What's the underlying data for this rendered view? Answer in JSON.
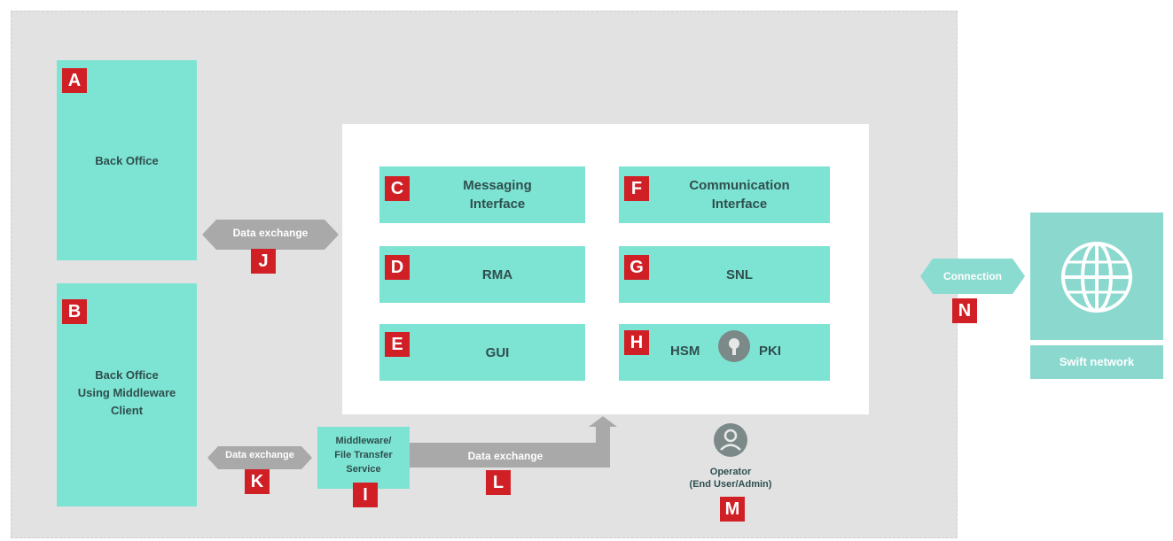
{
  "blocks": {
    "back_office": {
      "letter": "A",
      "label": "Back Office"
    },
    "back_office_mw": {
      "letter": "B",
      "label_lines": [
        "Back Office",
        "Using Middleware",
        "Client"
      ]
    },
    "middleware": {
      "letter": "I",
      "label_lines": [
        "Middleware/",
        "File Transfer",
        "Service"
      ]
    }
  },
  "components": [
    {
      "letter": "C",
      "lines": [
        "Messaging",
        "Interface"
      ]
    },
    {
      "letter": "F",
      "lines": [
        "Communication",
        "Interface"
      ]
    },
    {
      "letter": "D",
      "lines": [
        "RMA"
      ]
    },
    {
      "letter": "G",
      "lines": [
        "SNL"
      ]
    },
    {
      "letter": "E",
      "lines": [
        "GUI"
      ]
    },
    {
      "letter": "H",
      "hsm": "HSM",
      "pki": "PKI"
    }
  ],
  "connectors": {
    "j": {
      "letter": "J",
      "label": "Data exchange"
    },
    "k": {
      "letter": "K",
      "label": "Data exchange"
    },
    "l": {
      "letter": "L",
      "label": "Data exchange"
    },
    "n": {
      "letter": "N",
      "label": "Connection"
    }
  },
  "operator": {
    "letter": "M",
    "line1": "Operator",
    "line2": "(End User/Admin)"
  },
  "network": {
    "label": "Swift network"
  },
  "colors": {
    "teal": "#7de3d2",
    "red": "#d11f26",
    "grey": "#a9a9a9"
  }
}
